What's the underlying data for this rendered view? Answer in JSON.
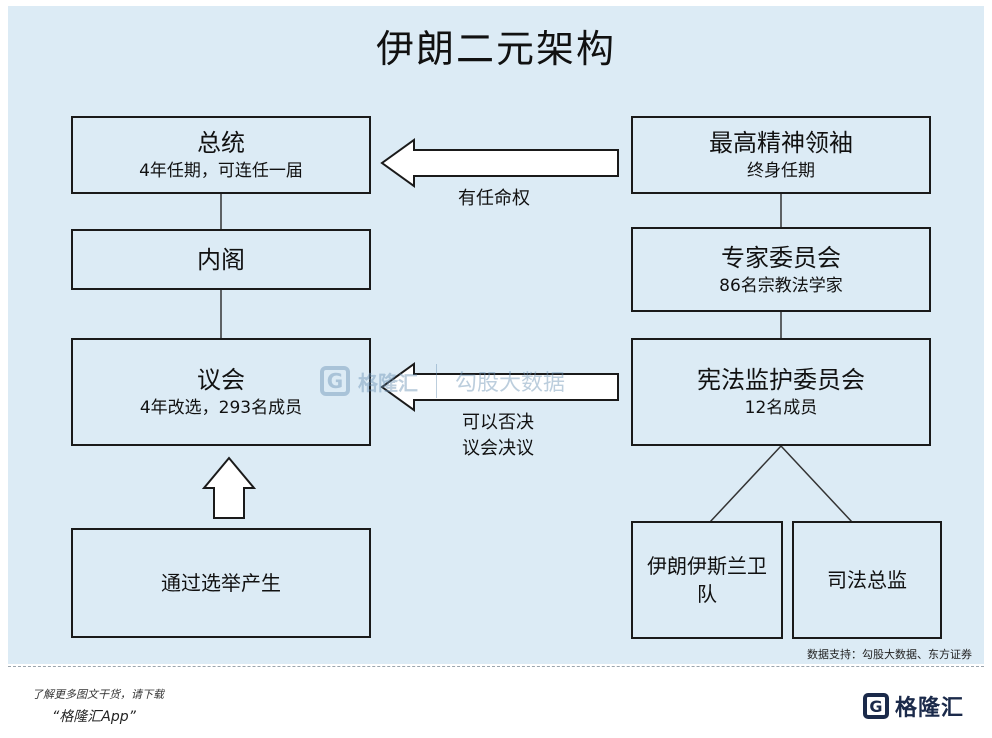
{
  "title": "伊朗二元架构",
  "left": {
    "president": {
      "name": "总统",
      "detail": "4年任期，可连任一届"
    },
    "cabinet": {
      "name": "内阁"
    },
    "parliament": {
      "name": "议会",
      "detail": "4年改选，293名成员"
    },
    "election": {
      "name": "通过选举产生"
    }
  },
  "right": {
    "supreme_leader": {
      "name": "最高精神领袖",
      "detail": "终身任期"
    },
    "experts": {
      "name": "专家委员会",
      "detail": "86名宗教法学家"
    },
    "guardian": {
      "name": "宪法监护委员会",
      "detail": "12名成员"
    },
    "irgc": {
      "name": "伊朗伊斯兰卫队"
    },
    "judiciary": {
      "name": "司法总监"
    }
  },
  "arrows": {
    "appoint": "有任命权",
    "veto_line1": "可以否决",
    "veto_line2": "议会决议"
  },
  "watermark": {
    "brand": "格隆汇",
    "data": "勾股大数据",
    "icon": "G"
  },
  "source": "数据支持：勾股大数据、东方证券",
  "footer": {
    "line1": "了解更多图文干货，请下载",
    "line2": "“格隆汇App”",
    "logo_text": "格隆汇",
    "logo_icon": "G"
  }
}
